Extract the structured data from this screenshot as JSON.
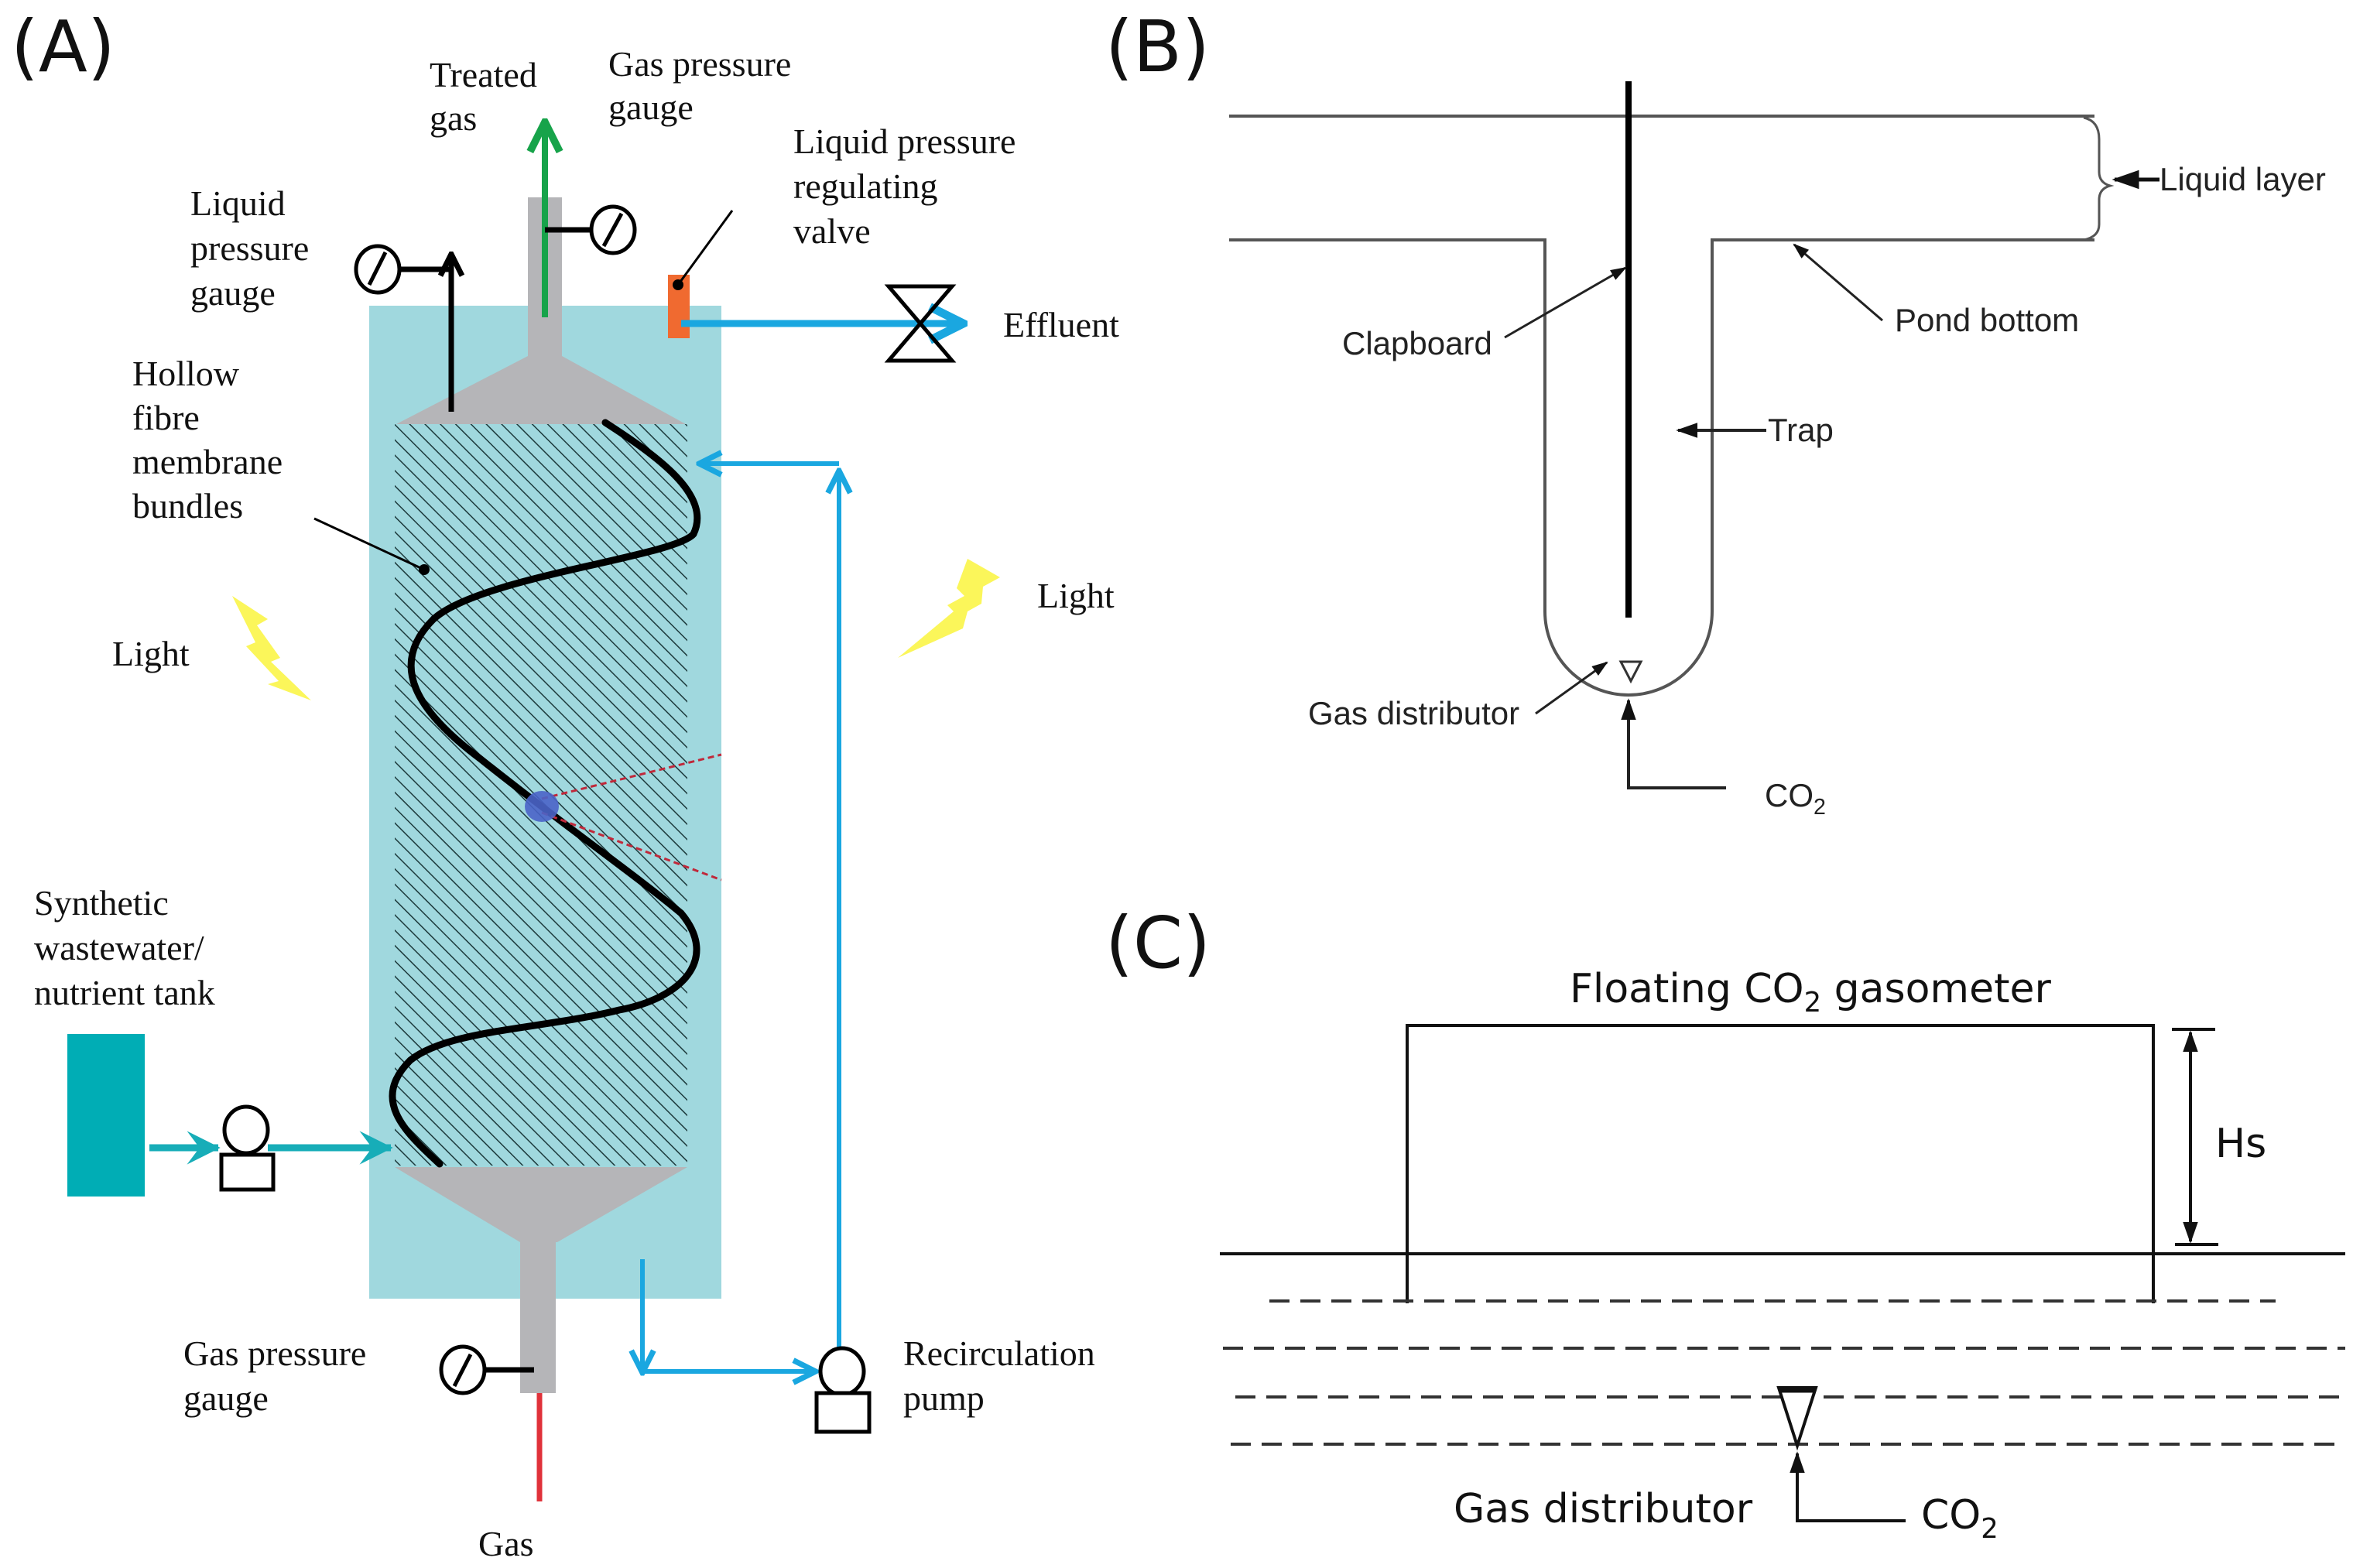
{
  "figure": {
    "panels": [
      {
        "id": "A",
        "label": "(A)"
      },
      {
        "id": "B",
        "label": "(B)"
      },
      {
        "id": "C",
        "label": "(C)"
      }
    ]
  },
  "panelA": {
    "title": "Hollow fibre membrane photobioreactor schematic",
    "labels": {
      "treated_gas": [
        "Treated",
        "gas"
      ],
      "gas_pressure_gauge_top": [
        "Gas pressure",
        "gauge"
      ],
      "liquid_pressure_regulating_valve": [
        "Liquid pressure",
        "regulating",
        "valve"
      ],
      "liquid_pressure_gauge": [
        "Liquid",
        "pressure",
        "gauge"
      ],
      "effluent": "Effluent",
      "hollow_fibre": [
        "Hollow",
        "fibre",
        "membrane",
        "bundles"
      ],
      "light_left": "Light",
      "light_right": "Light",
      "synthetic_tank": [
        "Synthetic",
        "wastewater/",
        "nutrient tank"
      ],
      "gas_pressure_gauge_bottom": [
        "Gas pressure",
        "gauge"
      ],
      "recirculation_pump": [
        "Recirculation",
        "pump"
      ],
      "gas": "Gas"
    },
    "colors": {
      "reactor_fill": "#a0d8de",
      "manifold_gray": "#b5b5b8",
      "treated_gas_arrow": "#17a34a",
      "gas_inlet": "#e0323a",
      "liquid_lines": "#1aa7e0",
      "feed_line": "#17adb8",
      "tank": "#00adb5",
      "valve": "#f06a30",
      "light_bolt": "#fbf65a",
      "fibre_dot": "#4a64c8",
      "light_path": "#c0283a"
    },
    "icons": [
      "pressure-gauge-icon",
      "pump-icon",
      "valve-icon",
      "light-bolt-icon"
    ]
  },
  "panelB": {
    "labels": {
      "liquid_layer": "Liquid layer",
      "pond_bottom": "Pond bottom",
      "clapboard": "Clapboard",
      "trap": "Trap",
      "gas_distributor": "Gas distributor",
      "co2_main": "CO",
      "co2_sub": "2"
    }
  },
  "panelC": {
    "labels": {
      "gasometer_pre": "Floating CO",
      "gasometer_sub": "2",
      "gasometer_post": " gasometer",
      "hs": "Hs",
      "gas_distributor": "Gas distributor",
      "co2_main": "CO",
      "co2_sub": "2"
    }
  }
}
